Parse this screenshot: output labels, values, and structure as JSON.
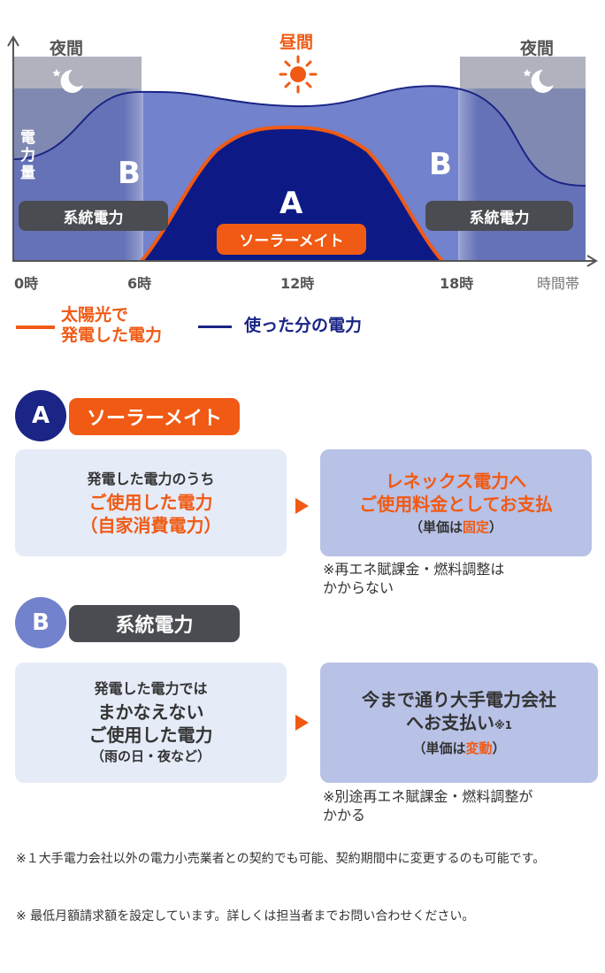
{
  "chart": {
    "night_left": "夜間",
    "day": "昼間",
    "night_right": "夜間",
    "y_axis_label": "電力量",
    "region_b_left": "B",
    "region_b_right": "B",
    "region_a": "A",
    "grid_left": "系統電力",
    "grid_right": "系統電力",
    "solar_mate": "ソーラーメイト",
    "time_ticks": [
      "0時",
      "6時",
      "12時",
      "18時",
      "時間帯"
    ]
  },
  "legend": {
    "solar_line_text": "太陽光で\n発電した電力",
    "usage_line_text": "使った分の電力"
  },
  "section_a": {
    "circle": "A",
    "tag": "ソーラーメイト",
    "left_line1": "発電した電力のうち",
    "left_line2": "ご使用した電力",
    "left_line3": "（自家消費電力）",
    "right_line1": "レネックス電力へ",
    "right_line2": "ご使用料金としてお支払",
    "right_price_prefix": "（単価は",
    "right_price_value": "固定",
    "right_price_suffix": "）",
    "note": "※再エネ賦課金・燃料調整は\nかからない"
  },
  "section_b": {
    "circle": "B",
    "tag": "系統電力",
    "left_line1": "発電した電力では",
    "left_line2": "まかなえない",
    "left_line3": "ご使用した電力",
    "left_line4": "（雨の日・夜など）",
    "right_line1": "今まで通り大手電力会社",
    "right_line2": "へお支払い",
    "right_line2_mark": "※1",
    "right_price_prefix": "（単価は",
    "right_price_value": "変動",
    "right_price_suffix": "）",
    "note": "※別途再エネ賦課金・燃料調整が\nかかる"
  },
  "footnotes": {
    "note1": "※１大手電力会社以外の電力小売業者との契約でも可能、契約期間中に変更するのも可能です。",
    "note2": "※ 最低月額請求額を設定しています。詳しくは担当者までお問い合わせください。"
  },
  "colors": {
    "solar_orange": "#f05a14",
    "usage_navy": "#1a2585",
    "region_a_fill": "#0d1a86",
    "region_b_fill": "#7382cc",
    "night_bg": "#b0b3bd",
    "grid_pill": "#4a4c52"
  }
}
